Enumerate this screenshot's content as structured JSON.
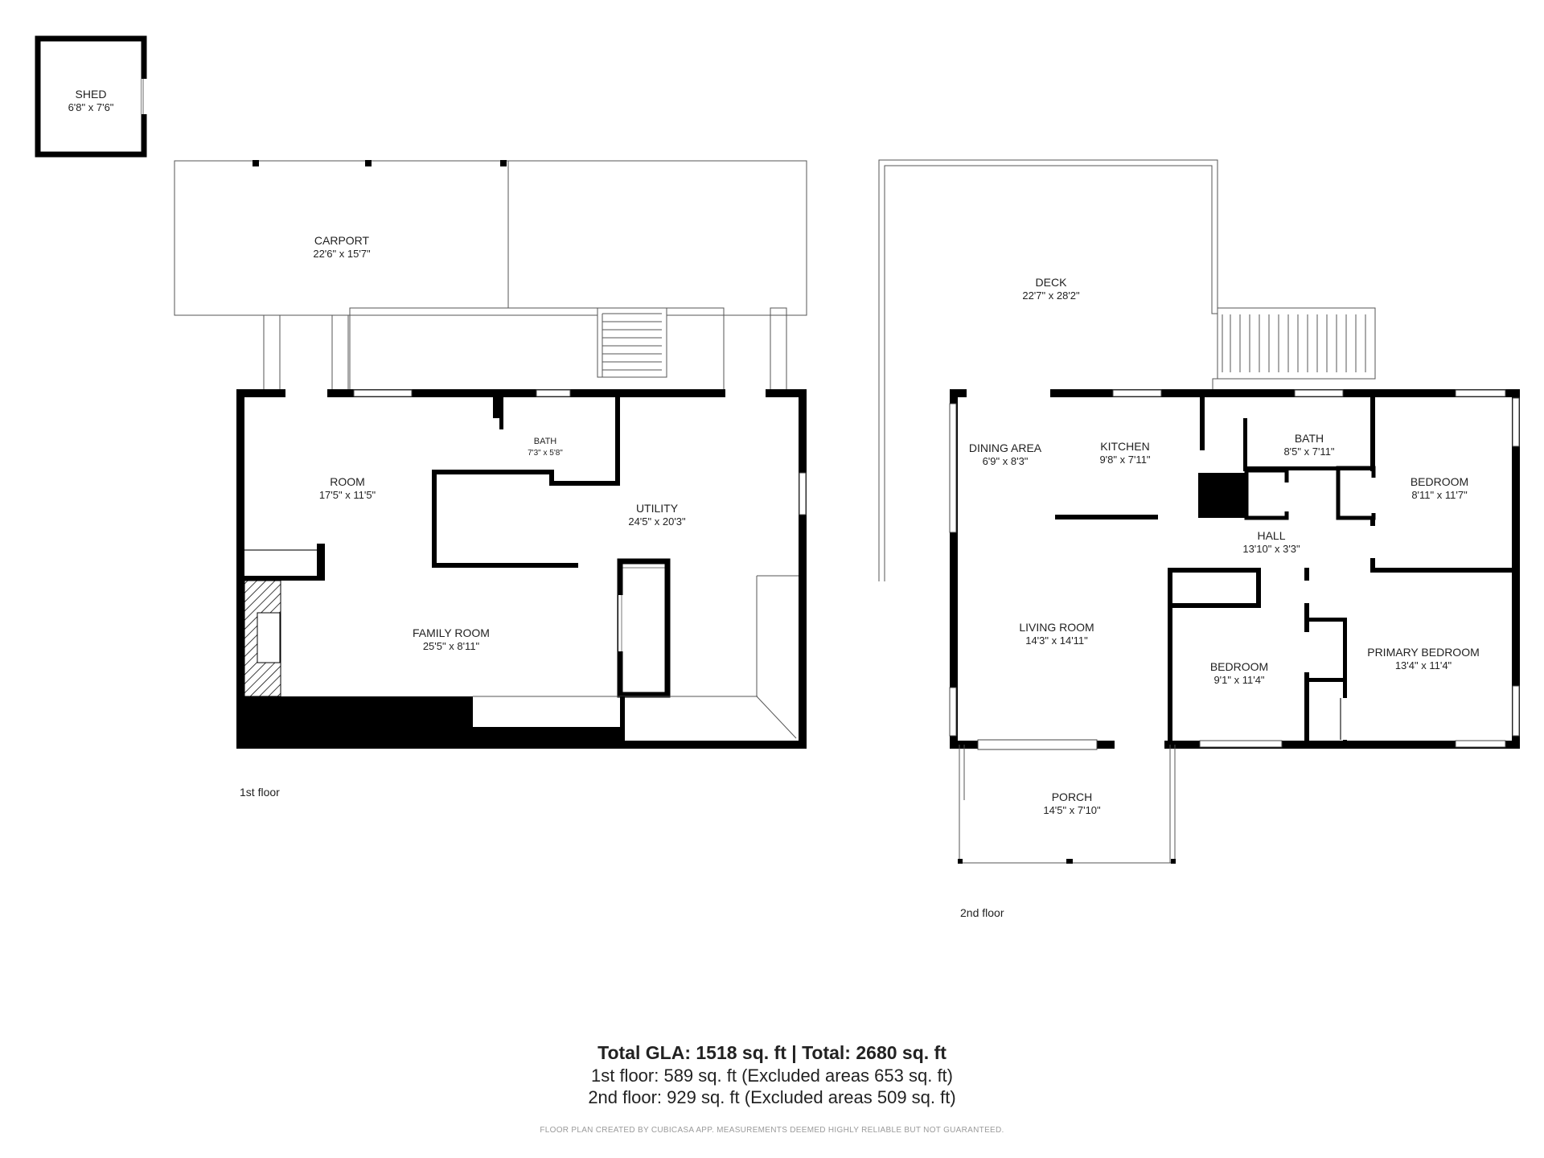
{
  "rooms": {
    "shed": {
      "name": "SHED",
      "dim": "6'8\" x 7'6\""
    },
    "carport": {
      "name": "CARPORT",
      "dim": "22'6\" x 15'7\""
    },
    "room": {
      "name": "ROOM",
      "dim": "17'5\" x 11'5\""
    },
    "bath1": {
      "name": "BATH",
      "dim": "7'3\" x 5'8\""
    },
    "utility": {
      "name": "UTILITY",
      "dim": "24'5\" x 20'3\""
    },
    "family_room": {
      "name": "FAMILY ROOM",
      "dim": "25'5\" x 8'11\""
    },
    "deck": {
      "name": "DECK",
      "dim": "22'7\" x 28'2\""
    },
    "dining_area": {
      "name": "DINING AREA",
      "dim": "6'9\" x 8'3\""
    },
    "kitchen": {
      "name": "KITCHEN",
      "dim": "9'8\" x 7'11\""
    },
    "bath2": {
      "name": "BATH",
      "dim": "8'5\" x 7'11\""
    },
    "bedroom1": {
      "name": "BEDROOM",
      "dim": "8'11\" x 11'7\""
    },
    "hall": {
      "name": "HALL",
      "dim": "13'10\" x 3'3\""
    },
    "living_room": {
      "name": "LIVING ROOM",
      "dim": "14'3\" x 14'11\""
    },
    "bedroom2": {
      "name": "BEDROOM",
      "dim": "9'1\" x 11'4\""
    },
    "primary_bedroom": {
      "name": "PRIMARY BEDROOM",
      "dim": "13'4\" x 11'4\""
    },
    "porch": {
      "name": "PORCH",
      "dim": "14'5\" x 7'10\""
    }
  },
  "floors": {
    "first": "1st floor",
    "second": "2nd floor"
  },
  "summary": {
    "total": "Total GLA: 1518 sq. ft | Total: 2680 sq. ft",
    "first_floor": "1st floor: 589 sq. ft (Excluded areas 653 sq. ft)",
    "second_floor": "2nd floor: 929 sq. ft (Excluded areas 509 sq. ft)"
  },
  "disclaimer": "FLOOR PLAN CREATED BY CUBICASA APP. MEASUREMENTS DEEMED HIGHLY RELIABLE BUT NOT GUARANTEED.",
  "colors": {
    "wall": "#000000",
    "outline": "#555555",
    "text": "#222222"
  }
}
